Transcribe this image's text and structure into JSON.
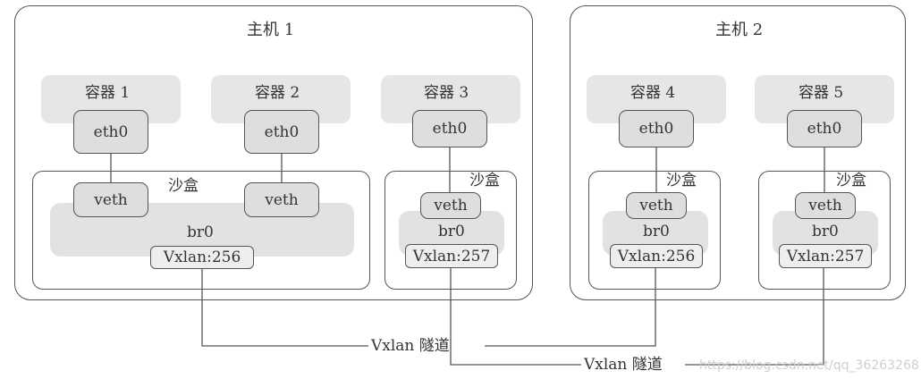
{
  "hosts": [
    {
      "title": "主机 1"
    },
    {
      "title": "主机 2"
    }
  ],
  "containers": [
    {
      "label": "容器 1",
      "iface": "eth0"
    },
    {
      "label": "容器 2",
      "iface": "eth0"
    },
    {
      "label": "容器 3",
      "iface": "eth0"
    },
    {
      "label": "容器 4",
      "iface": "eth0"
    },
    {
      "label": "容器 5",
      "iface": "eth0"
    }
  ],
  "sandboxes": [
    {
      "label": "沙盒",
      "bridge": "br0",
      "vxlan": "Vxlan:256",
      "veths": [
        "veth",
        "veth"
      ]
    },
    {
      "label": "沙盒",
      "bridge": "br0",
      "vxlan": "Vxlan:257",
      "veths": [
        "veth"
      ]
    },
    {
      "label": "沙盒",
      "bridge": "br0",
      "vxlan": "Vxlan:256",
      "veths": [
        "veth"
      ]
    },
    {
      "label": "沙盒",
      "bridge": "br0",
      "vxlan": "Vxlan:257",
      "veths": [
        "veth"
      ]
    }
  ],
  "tunnels": [
    {
      "label": "Vxlan 隧道"
    },
    {
      "label": "Vxlan 隧道"
    }
  ],
  "watermark": "https://blog.csdn.net/qq_36263268"
}
